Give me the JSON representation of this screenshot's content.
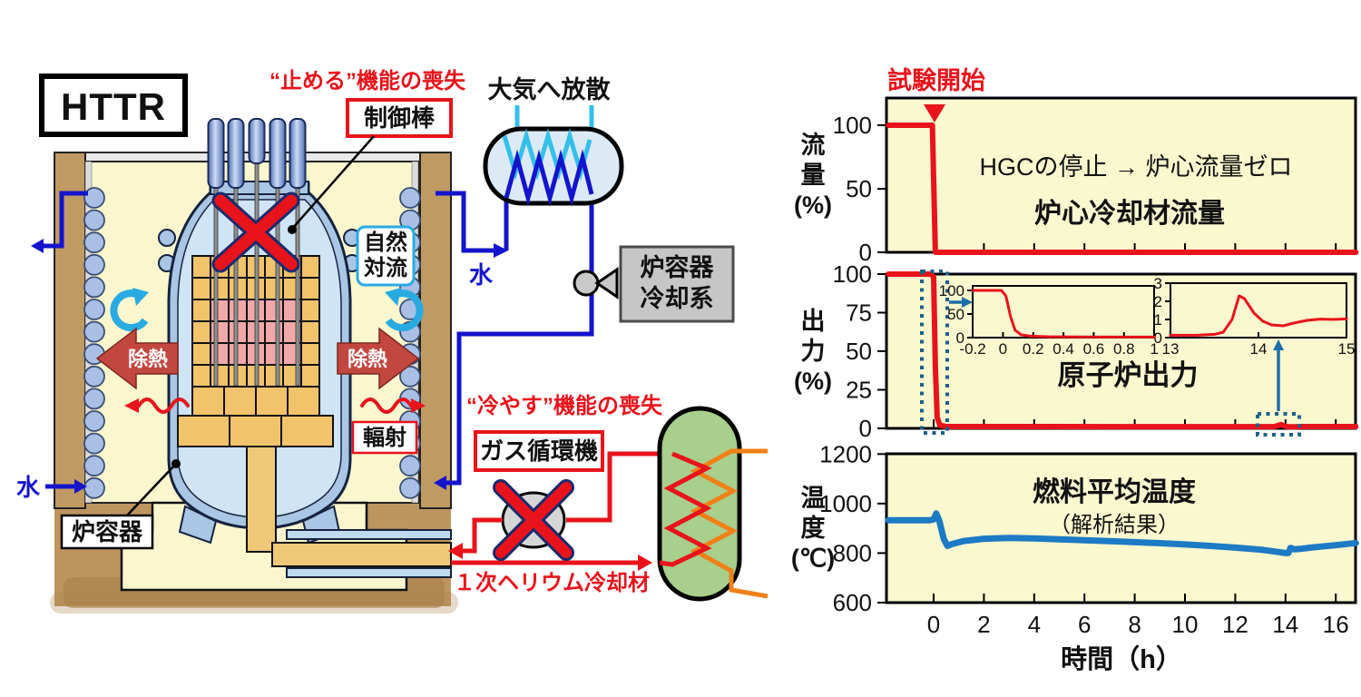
{
  "diagram": {
    "httr_label": "HTTR",
    "stop_function_loss": "“止める”機能の喪失",
    "control_rods": "制御棒",
    "atmosphere_release": "大気へ放散",
    "natural_convection_line1": "自然",
    "natural_convection_line2": "対流",
    "water": "水",
    "vessel_cooling_line1": "炉容器",
    "vessel_cooling_line2": "冷却系",
    "heat_removal": "除熱",
    "radiation": "輻射",
    "cool_function_loss": "“冷やす”機能の喪失",
    "gas_circulator": "ガス循環機",
    "reactor_vessel": "炉容器",
    "primary_helium": "１次ヘリウム冷却材"
  },
  "charts_common": {
    "test_start_label": "試験開始",
    "xlabel": "時間（h）",
    "xticks": [
      0,
      2,
      4,
      6,
      8,
      10,
      12,
      14,
      16
    ],
    "xlim": [
      -1.8,
      16.8
    ]
  },
  "chart_data": [
    {
      "type": "line",
      "name": "core-coolant-flow",
      "title": "炉心冷却材流量",
      "annotation": "HGCの停止 → 炉心流量ゼロ",
      "ylabel": "流量(%)",
      "ylabel_lines": [
        "流",
        "量",
        "(%)"
      ],
      "yticks": [
        0,
        50,
        100
      ],
      "ylim": [
        0,
        120
      ],
      "series": [
        {
          "name": "flow",
          "color": "#e8131b",
          "points": [
            [
              -1.8,
              100
            ],
            [
              -0.05,
              100
            ],
            [
              0.07,
              0
            ],
            [
              16.8,
              0
            ]
          ]
        }
      ]
    },
    {
      "type": "line",
      "name": "reactor-power",
      "title": "原子炉出力",
      "ylabel": "出力(%)",
      "ylabel_lines": [
        "出",
        "力",
        "(%)"
      ],
      "yticks": [
        0,
        25,
        50,
        75,
        100
      ],
      "ylim": [
        0,
        100
      ],
      "series": [
        {
          "name": "power",
          "color": "#e8131b",
          "points": [
            [
              -1.8,
              100
            ],
            [
              -0.1,
              100
            ],
            [
              0,
              98
            ],
            [
              0.07,
              40
            ],
            [
              0.14,
              7
            ],
            [
              0.25,
              2
            ],
            [
              0.5,
              1.2
            ],
            [
              13,
              1.1
            ],
            [
              13.55,
              1.1
            ],
            [
              13.7,
              1.8
            ],
            [
              13.82,
              2.5
            ],
            [
              13.95,
              1.6
            ],
            [
              14.1,
              1
            ],
            [
              14.35,
              1
            ],
            [
              14.6,
              1.2
            ],
            [
              16.8,
              1.2
            ]
          ]
        }
      ],
      "insets": [
        {
          "name": "power-first-hour",
          "xlim": [
            -0.2,
            1
          ],
          "xticks": [
            -0.2,
            0,
            0.2,
            0.4,
            0.6,
            0.8,
            1
          ],
          "ylim": [
            0,
            110
          ],
          "yticks": [
            0,
            50,
            100
          ],
          "points": [
            [
              -0.2,
              100
            ],
            [
              -0.01,
              100
            ],
            [
              0.02,
              88
            ],
            [
              0.05,
              45
            ],
            [
              0.08,
              16
            ],
            [
              0.12,
              6
            ],
            [
              0.18,
              3
            ],
            [
              0.3,
              2
            ],
            [
              0.5,
              1.5
            ],
            [
              0.75,
              1.2
            ],
            [
              1,
              1.2
            ]
          ]
        },
        {
          "name": "power-recriticality",
          "xlim": [
            13,
            15
          ],
          "xticks": [
            13,
            14,
            15
          ],
          "ylim": [
            0,
            3
          ],
          "yticks": [
            0,
            1,
            2,
            3
          ],
          "points": [
            [
              13,
              0.13
            ],
            [
              13.3,
              0.13
            ],
            [
              13.5,
              0.18
            ],
            [
              13.6,
              0.3
            ],
            [
              13.7,
              1
            ],
            [
              13.78,
              2.3
            ],
            [
              13.84,
              2.15
            ],
            [
              13.95,
              1.35
            ],
            [
              14.05,
              0.9
            ],
            [
              14.15,
              0.7
            ],
            [
              14.28,
              0.65
            ],
            [
              14.4,
              0.8
            ],
            [
              14.55,
              0.95
            ],
            [
              14.7,
              1.02
            ],
            [
              14.85,
              1.0
            ],
            [
              15,
              1.03
            ]
          ]
        }
      ]
    },
    {
      "type": "line",
      "name": "fuel-average-temperature",
      "title": "燃料平均温度",
      "subtitle": "（解析結果）",
      "ylabel": "温度(℃)",
      "ylabel_lines": [
        "温",
        "度",
        "(℃)"
      ],
      "yticks": [
        600,
        800,
        1000,
        1200
      ],
      "ylim": [
        600,
        1200
      ],
      "series": [
        {
          "name": "fuel-temperature",
          "color": "#1d7ac4",
          "points": [
            [
              -1.8,
              933
            ],
            [
              -0.15,
              933
            ],
            [
              0,
              936
            ],
            [
              0.1,
              960
            ],
            [
              0.22,
              932
            ],
            [
              0.4,
              858
            ],
            [
              0.55,
              829
            ],
            [
              0.75,
              837
            ],
            [
              1.2,
              849
            ],
            [
              2,
              858
            ],
            [
              3,
              861
            ],
            [
              4,
              859
            ],
            [
              5,
              856
            ],
            [
              6,
              852
            ],
            [
              7,
              848
            ],
            [
              8,
              844
            ],
            [
              9,
              840
            ],
            [
              10,
              835
            ],
            [
              11,
              829
            ],
            [
              12,
              822
            ],
            [
              13,
              814
            ],
            [
              13.6,
              806
            ],
            [
              14,
              800
            ],
            [
              14.12,
              801
            ],
            [
              14.2,
              821
            ],
            [
              14.35,
              815
            ],
            [
              14.6,
              817
            ],
            [
              15,
              822
            ],
            [
              16,
              832
            ],
            [
              16.8,
              841
            ]
          ]
        }
      ]
    }
  ],
  "colors": {
    "accent_red": "#e8131b",
    "pipe_blue": "#1414cc",
    "cyan": "#35bfea",
    "orange": "#f08018",
    "chart_bg": "#faf8cf",
    "temp_line_blue": "#1d7ac4",
    "dotted_box_blue": "#1d5f86",
    "wall_brown": "#c09a63",
    "vessel_steel": "#a9c6e4",
    "vessel_inner": "#cfe4f4",
    "core_tan": "#f1c36b",
    "core_pink": "#f2a8a8",
    "green_hx": "#a8cf8c"
  }
}
